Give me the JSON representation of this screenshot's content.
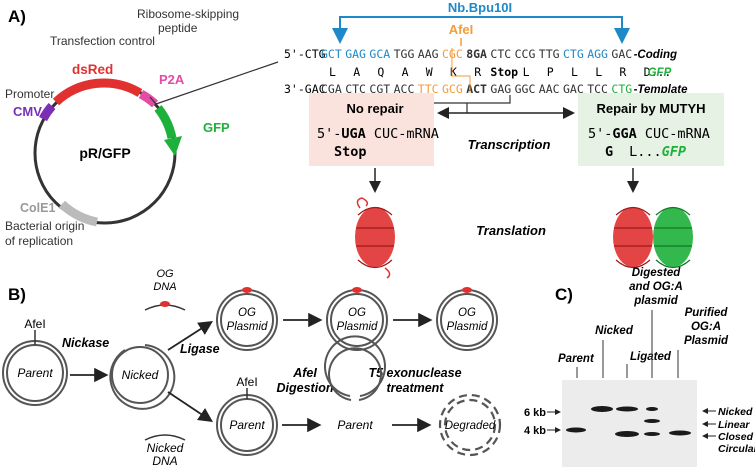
{
  "panel_a": {
    "label": "A)",
    "plasmid": {
      "name": "pR/GFP",
      "promoter_label": "Promoter",
      "cmv": "CMV",
      "transfection_label": "Transfection control",
      "dsred": "dsRed",
      "ribosome_label": "Ribosome-skipping peptide",
      "p2a": "P2A",
      "gfp": "GFP",
      "cole1": "ColE1",
      "origin_label": "Bacterial origin of replication"
    },
    "sequence": {
      "nickase": "Nb.Bpu10I",
      "afel": "AfeI",
      "coding_prefix": "5'-CTG",
      "coding_codons": [
        {
          "t": "GCT",
          "c": "#1f88c9",
          "b": false
        },
        {
          "t": "GAG",
          "c": "#1f88c9",
          "b": false
        },
        {
          "t": "GCA",
          "c": "#1f88c9",
          "b": false,
          "mixed": true
        },
        {
          "t": "TGG",
          "c": "#333",
          "b": false
        },
        {
          "t": "AAG",
          "c": "#333",
          "b": false,
          "mixedOrange": true
        },
        {
          "t": "CGC",
          "c": "#f39c3a",
          "b": false
        },
        {
          "t": "8GA",
          "c": "#333",
          "b": true,
          "display": "8GA"
        },
        {
          "t": "CTC",
          "c": "#333",
          "b": false
        },
        {
          "t": "CCG",
          "c": "#333",
          "b": false
        },
        {
          "t": "TTG",
          "c": "#333",
          "b": false
        },
        {
          "t": "CTG",
          "c": "#1f88c9",
          "b": false
        },
        {
          "t": "AGG",
          "c": "#1f88c9",
          "b": false
        },
        {
          "t": "GAC",
          "c": "#333",
          "b": false
        }
      ],
      "coding_suffix": "-Coding",
      "aa": [
        "L",
        "A",
        "Q",
        "A",
        "W",
        "K",
        "R",
        "Stop",
        "L",
        "P",
        "L",
        "L",
        "R",
        "D..."
      ],
      "aa_gfp": "GFP",
      "template_prefix": "3'-GAC",
      "template_codons": [
        "CGA",
        "CTC",
        "CGT",
        "ACC",
        "TTC",
        "GCG",
        "ACT",
        "GAG",
        "GGC",
        "AAC",
        "GAC",
        "TCC",
        "CTG"
      ],
      "template_suffix": "-Template"
    },
    "no_repair": {
      "title": "No repair",
      "line1_codon": "UGA",
      "line1_prefix": "5'-",
      "line1_rest": " CUC-mRNA",
      "line2": "Stop"
    },
    "repair": {
      "title": "Repair by MUTYH",
      "line1_prefix": "5'-",
      "line1_codon": "GGA",
      "line1_rest": " CUC-mRNA",
      "line2_g": "G",
      "line2_l": "L...",
      "line2_gfp": "GFP"
    },
    "transcription": "Transcription",
    "translation": "Translation"
  },
  "panel_b": {
    "label": "B)",
    "afel_top": "AfeI",
    "parent": "Parent",
    "nickase": "Nickase",
    "nicked": "Nicked",
    "og_dna": "OG DNA",
    "og_plasmid": "OG Plasmid",
    "ligase": "Ligase",
    "afel_mid": "AfeI",
    "afel_digestion": "AfeI Digestion",
    "t5": "T5 exonuclease treatment",
    "nicked_dna": "Nicked DNA",
    "parent_lower": "Parent",
    "degraded": "Degraded"
  },
  "panel_c": {
    "label": "C)",
    "lane_parent": "Parent",
    "lane_nicked": "Nicked",
    "lane_ligated": "Ligated",
    "lane_digested": "Digested and OG:A plasmid",
    "lane_purified": "Purified OG:A Plasmid",
    "kb6": "6 kb",
    "kb4": "4 kb",
    "form_nicked": "Nicked",
    "form_linear": "Linear",
    "form_closed": "Closed Circular"
  },
  "colors": {
    "blue": "#1f88c9",
    "orange": "#f39c3a",
    "red": "#e03030",
    "green": "#1db03a",
    "purple": "#7a2fb5",
    "pink": "#e34ba5",
    "nored": "#fbe3dd",
    "repairbg": "#e6f2e4"
  }
}
